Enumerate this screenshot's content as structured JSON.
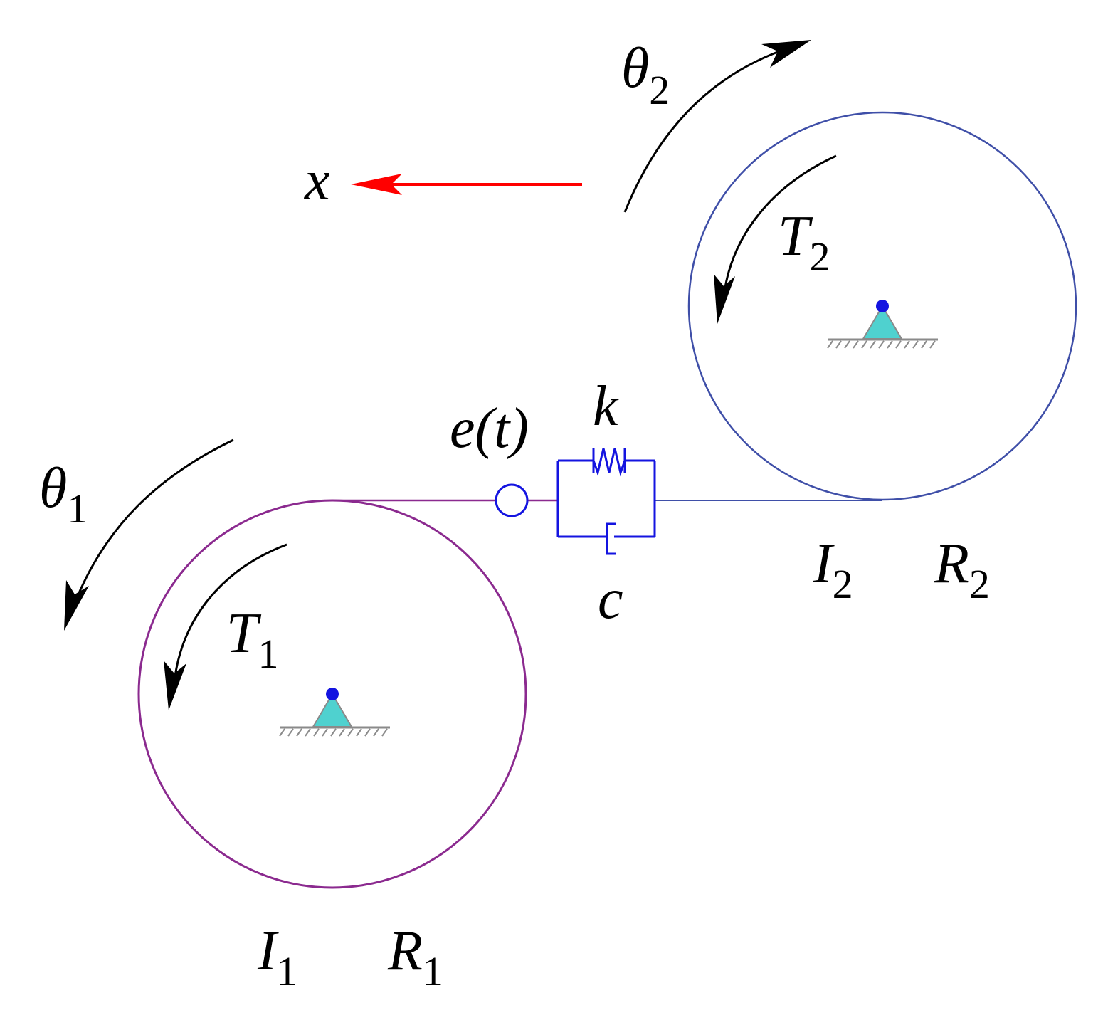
{
  "labels": {
    "x_axis": "x",
    "theta1": "θ",
    "theta1_sub": "1",
    "theta2": "θ",
    "theta2_sub": "2",
    "torque1": "T",
    "torque1_sub": "1",
    "torque2": "T",
    "torque2_sub": "2",
    "error": "e(t)",
    "stiffness": "k",
    "damping": "c",
    "inertia1": "I",
    "inertia1_sub": "1",
    "radius1": "R",
    "radius1_sub": "1",
    "inertia2": "I",
    "inertia2_sub": "2",
    "radius2": "R",
    "radius2_sub": "2"
  },
  "colors": {
    "gear1": "#8b2a8f",
    "gear2": "#3f4fa8",
    "mesh_element": "#1414e0",
    "x_arrow": "#ff0000",
    "pivot_fill": "#4fd1cf",
    "pivot_pin": "#1414e0",
    "ground": "#8a8a8a",
    "arrows": "#000000"
  }
}
